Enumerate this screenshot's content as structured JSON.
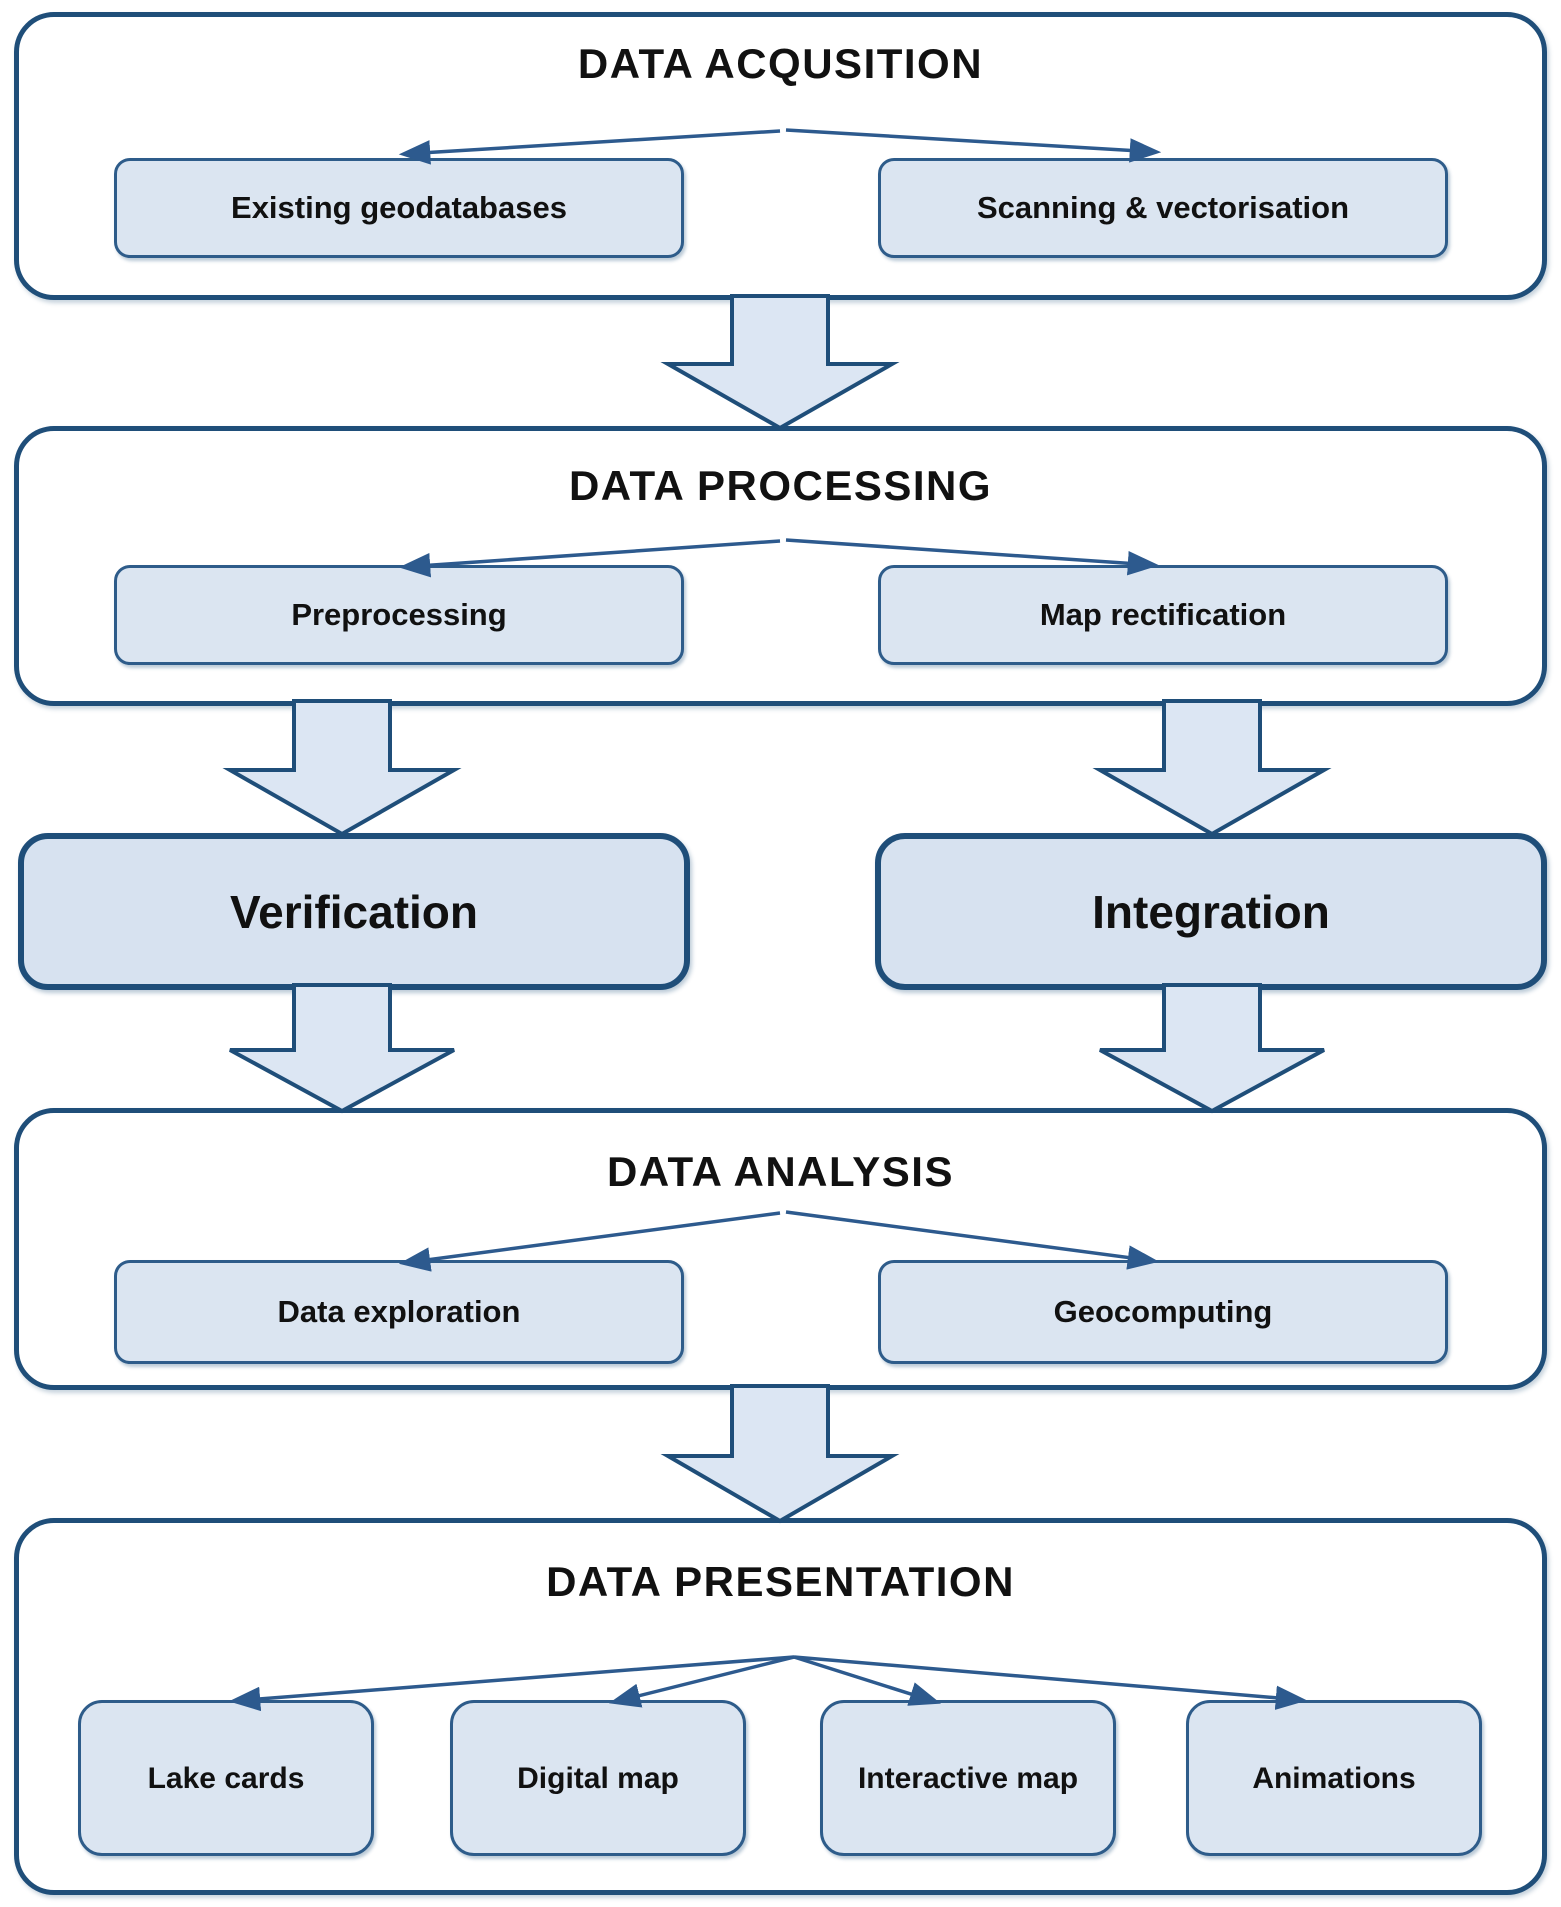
{
  "sections": [
    {
      "title": "DATA ACQUSITION",
      "children": [
        "Existing geodatabases",
        "Scanning & vectorisation"
      ]
    },
    {
      "title": "DATA PROCESSING",
      "children": [
        "Preprocessing",
        "Map rectification"
      ]
    },
    {
      "title": "DATA ANALYSIS",
      "children": [
        "Data exploration",
        "Geocomputing"
      ]
    },
    {
      "title": "DATA PRESENTATION",
      "children": [
        "Lake cards",
        "Digital map",
        "Interactive map",
        "Animations"
      ]
    }
  ],
  "flow_boxes": [
    {
      "label": "Verification"
    },
    {
      "label": "Integration"
    }
  ],
  "colors": {
    "container_border": "#1f4e79",
    "node_border": "#2e5c8a",
    "node_fill": "#dbe5f1",
    "big_box_fill": "#d7e2f0",
    "arrow_fill": "#dce6f3",
    "connector_stroke": "#2d5a8e",
    "text": "#111111",
    "background": "#ffffff"
  }
}
